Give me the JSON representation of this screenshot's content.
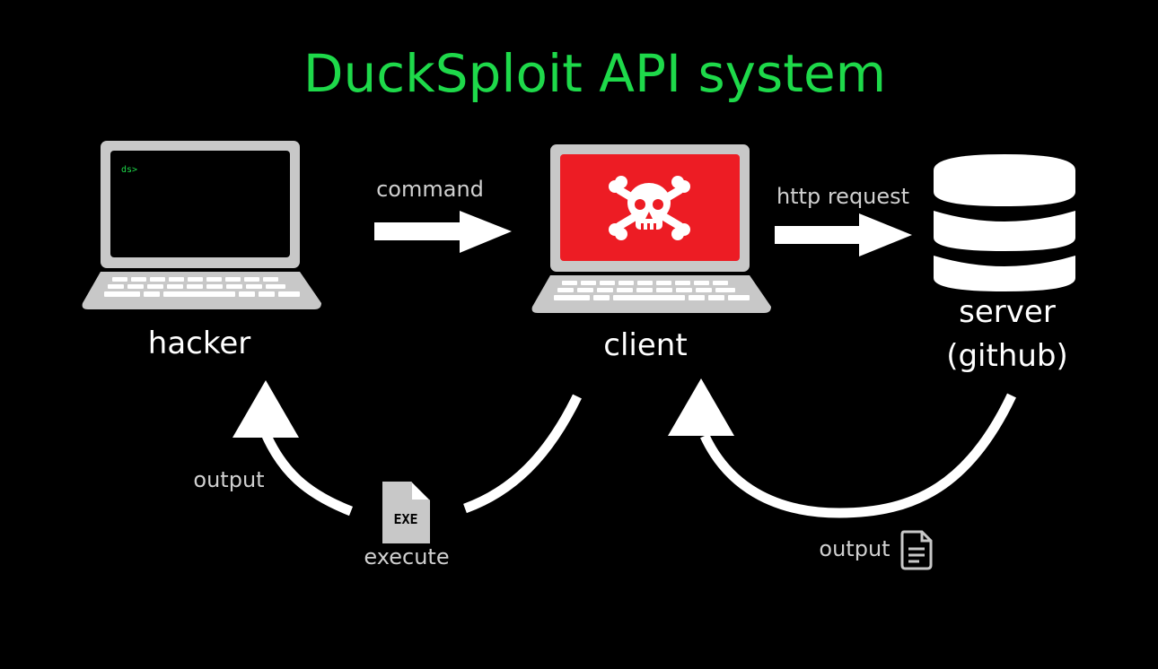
{
  "title": "DuckSploit API system",
  "colors": {
    "title": "#1ed94a",
    "background": "#000000",
    "laptop_body": "#c8c8c8",
    "client_screen": "#ed1c24",
    "hacker_screen": "#000000",
    "prompt": "#1ed94a",
    "arrow": "#ffffff",
    "label": "#d0d0d0"
  },
  "nodes": {
    "hacker": {
      "label": "hacker",
      "icon": "laptop-icon",
      "screen_text": "ds>"
    },
    "client": {
      "label": "client",
      "icon": "laptop-skull-icon"
    },
    "server": {
      "label_line1": "server",
      "label_line2": "(github)",
      "icon": "database-icon"
    }
  },
  "edges": {
    "command": "command",
    "http_request": "http request",
    "output_left": "output",
    "execute": "execute",
    "execute_icon": "EXE",
    "output_right": "output"
  }
}
